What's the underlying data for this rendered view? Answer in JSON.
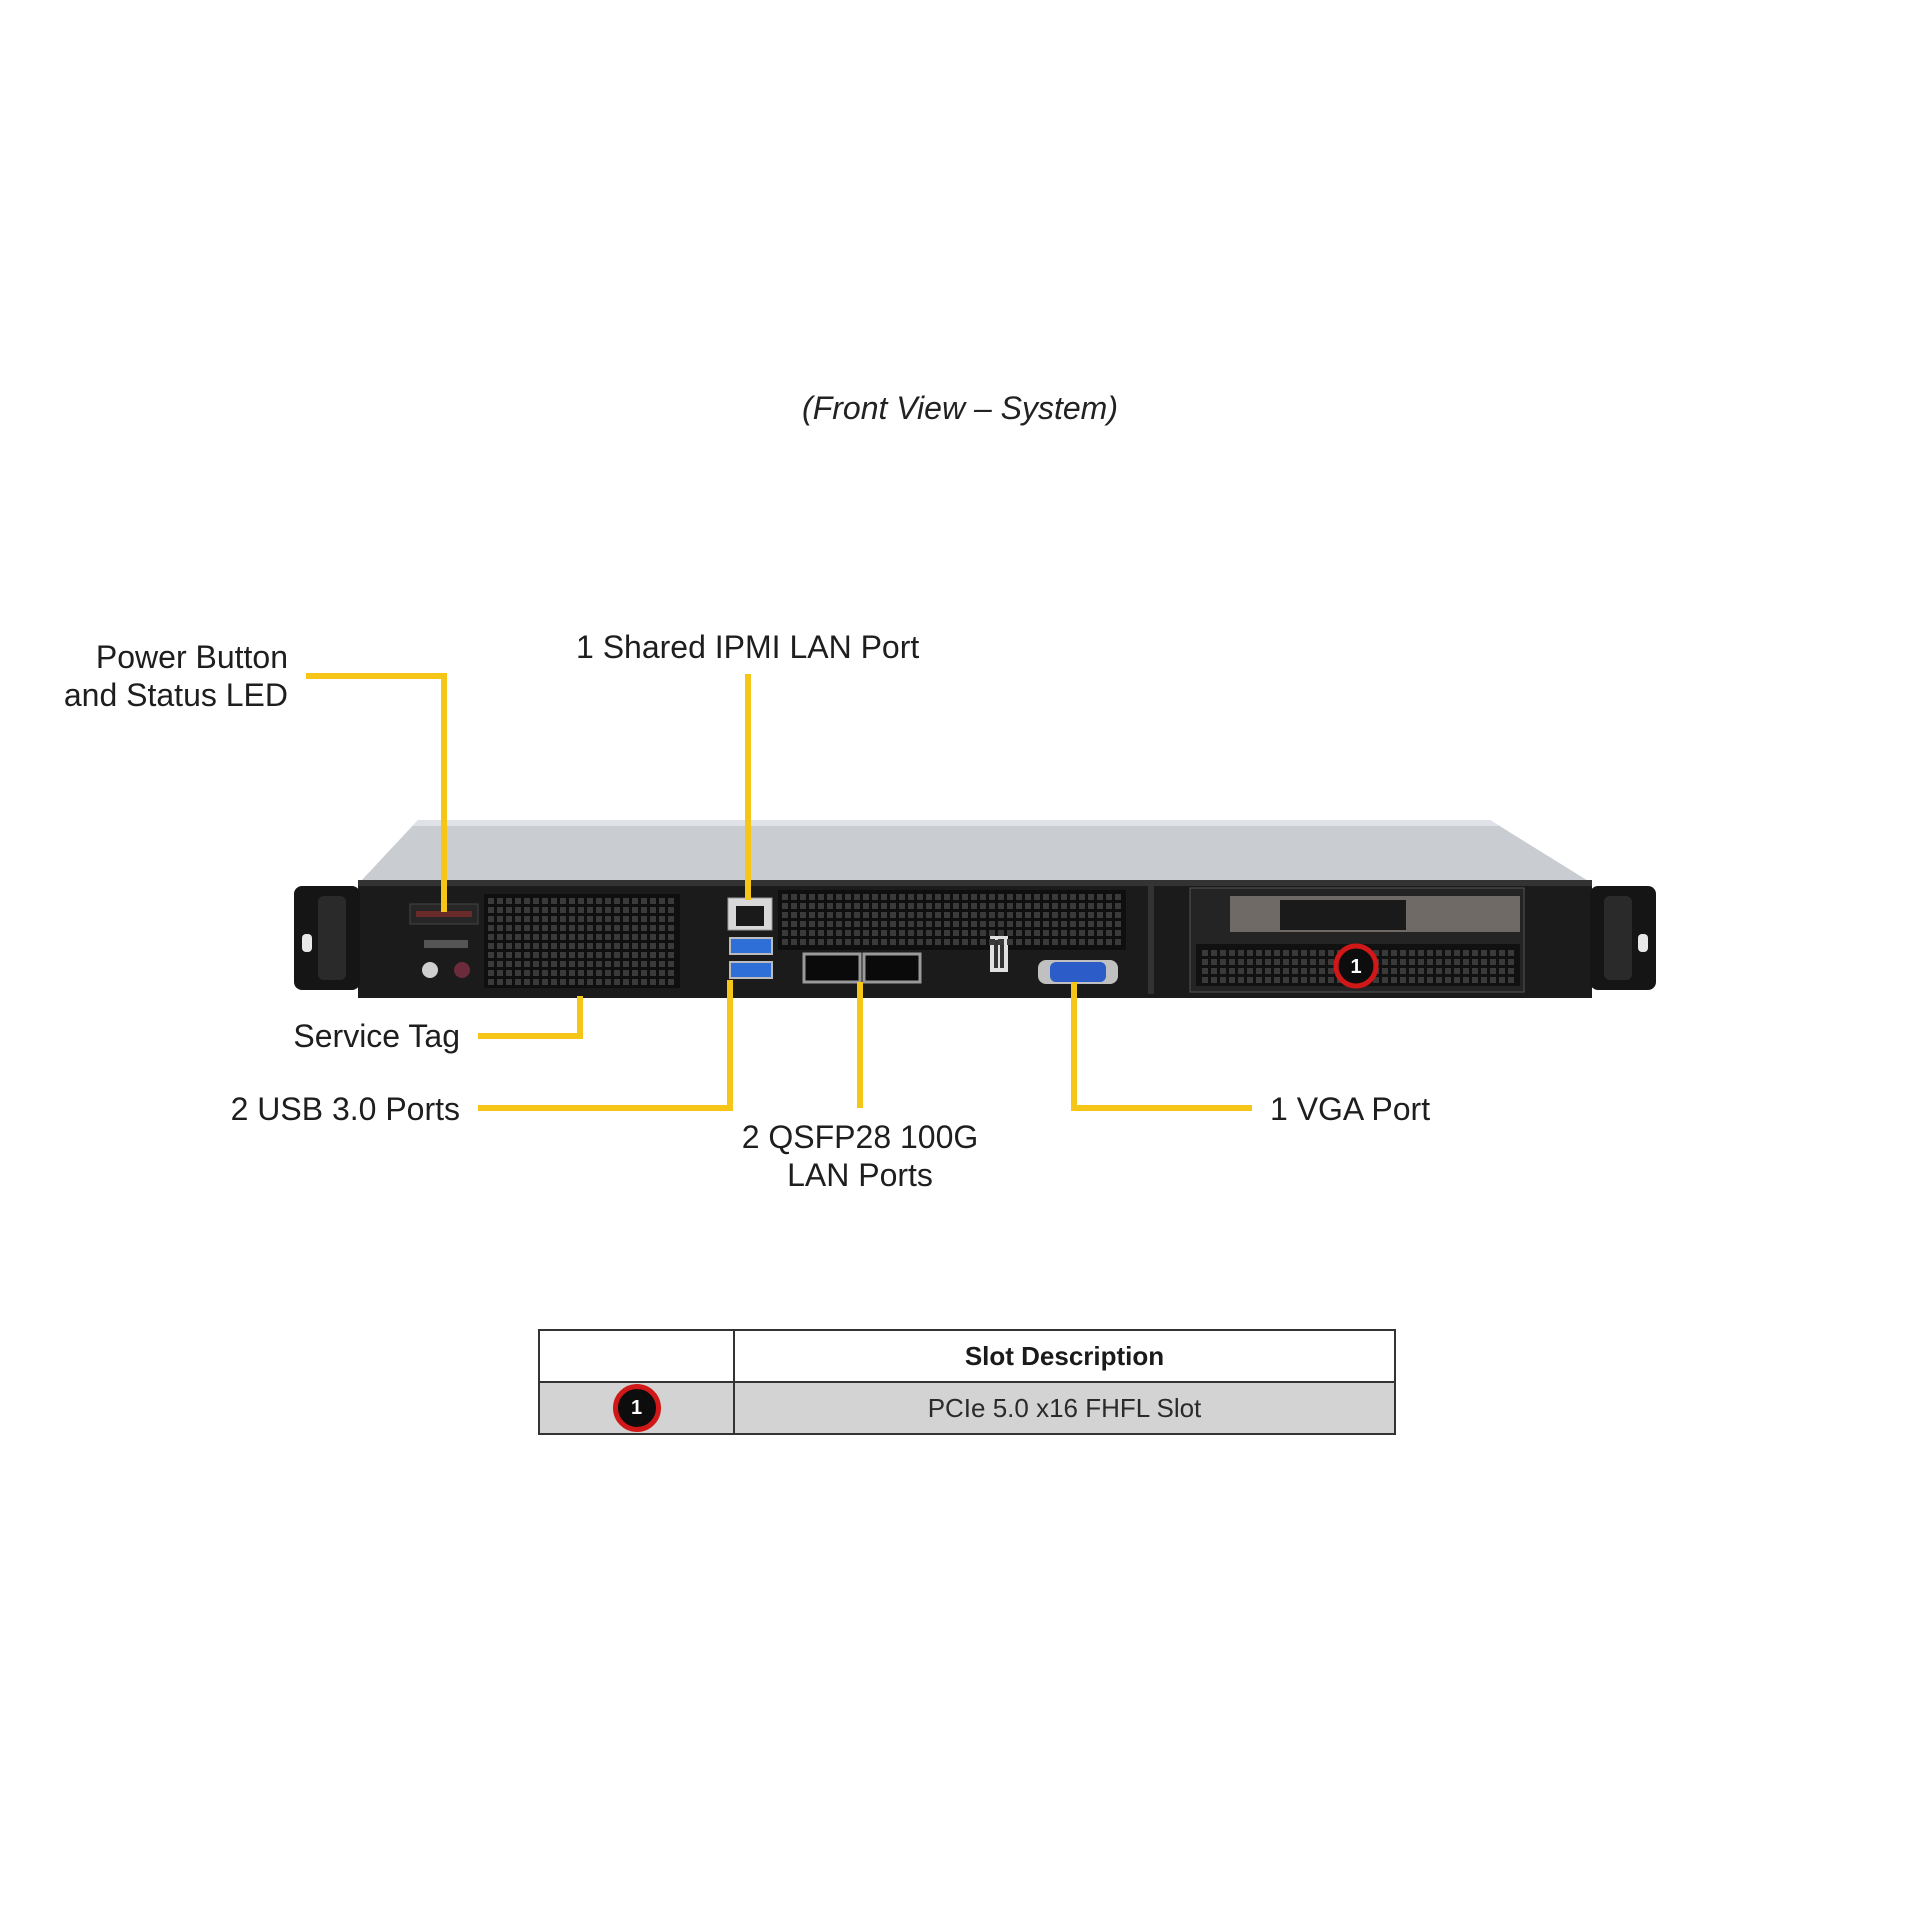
{
  "caption": "(Front View – System)",
  "labels": {
    "power_line1": "Power Button",
    "power_line2": "and Status LED",
    "ipmi": "1 Shared IPMI LAN Port",
    "service_tag": "Service Tag",
    "usb": "2 USB 3.0 Ports",
    "qsfp_line1": "2 QSFP28 100G",
    "qsfp_line2": "LAN Ports",
    "vga": "1 VGA Port"
  },
  "callout_badge": "1",
  "table": {
    "header_blank": "",
    "header": "Slot Description",
    "rows": [
      {
        "number": "1",
        "description": "PCIe 5.0 x16 FHFL Slot"
      }
    ]
  },
  "colors": {
    "leader_line": "#f5c518",
    "chassis_front": "#1b1b1b",
    "chassis_top": "#c9cdd2",
    "badge_ring": "#d01818",
    "table_row_bg": "#d3d3d3"
  }
}
